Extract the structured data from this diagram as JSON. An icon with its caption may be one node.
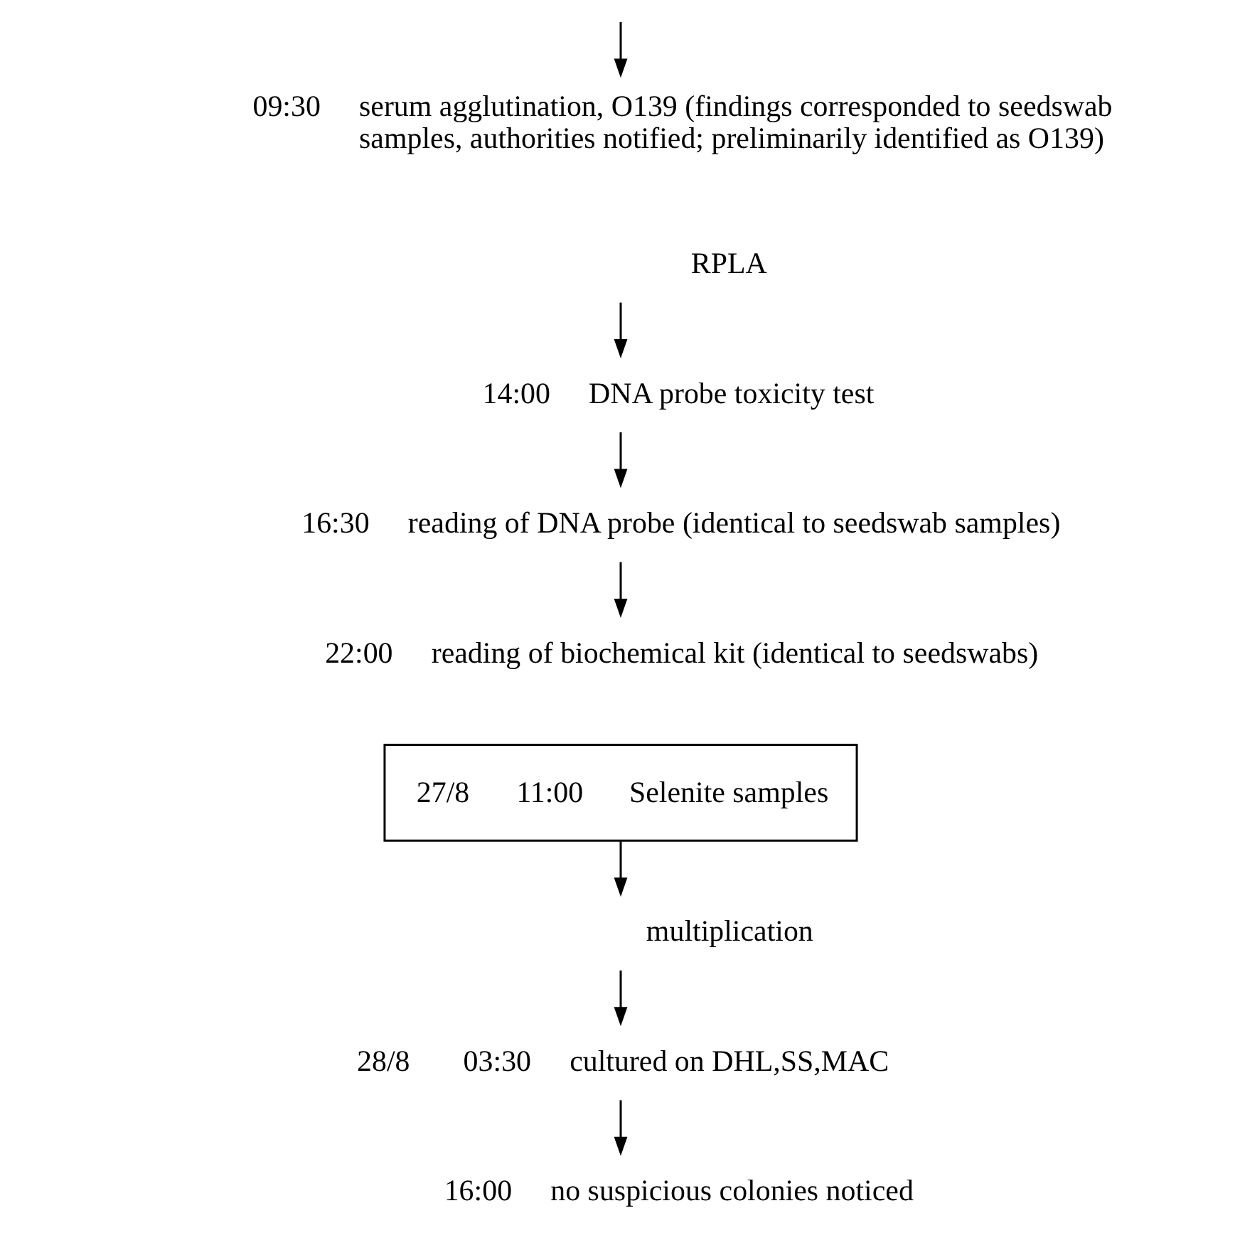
{
  "diagram": {
    "nodes": [
      {
        "text": [
          "serum agglutination, O139 (findings corresponded to seedswab samples, authorities notified; preliminarily identified as O139)"
        ],
        "beside": [
          "09:30"
        ]
      },
      {
        "text": [
          "RPLA"
        ]
      },
      {
        "text": [
          "DNA probe toxicity test"
        ],
        "beside": [
          "14:00"
        ]
      },
      {
        "text": [
          "reading of DNA probe (identical to seedswab samples)"
        ],
        "beside": [
          "16:30"
        ]
      },
      {
        "text": [
          "reading of biochemical kit (identical to seedswabs)"
        ],
        "beside": [
          "22:00"
        ]
      },
      {
        "text": [
          "27/8",
          "11:00",
          "Selenite samples"
        ]
      },
      {
        "text": [
          "multiplication"
        ]
      },
      {
        "text": [
          "cultured on DHL,SS,MAC"
        ],
        "beside": [
          "28/8",
          "03:30"
        ]
      },
      {
        "text": [
          "no suspicious colonies noticed"
        ],
        "beside": [
          "16:00"
        ]
      }
    ],
    "edges": [
      {
        "from": null,
        "to": 0,
        "arrow": "to"
      },
      {
        "from": 1,
        "to": 2,
        "arrow": "to"
      },
      {
        "from": 2,
        "to": 3,
        "arrow": "to"
      },
      {
        "from": 3,
        "to": 4,
        "arrow": "to"
      },
      {
        "from": 5,
        "to": 6,
        "arrow": "to"
      },
      {
        "from": 6,
        "to": 7,
        "arrow": "to"
      },
      {
        "from": 7,
        "to": 8,
        "arrow": "to"
      }
    ]
  }
}
